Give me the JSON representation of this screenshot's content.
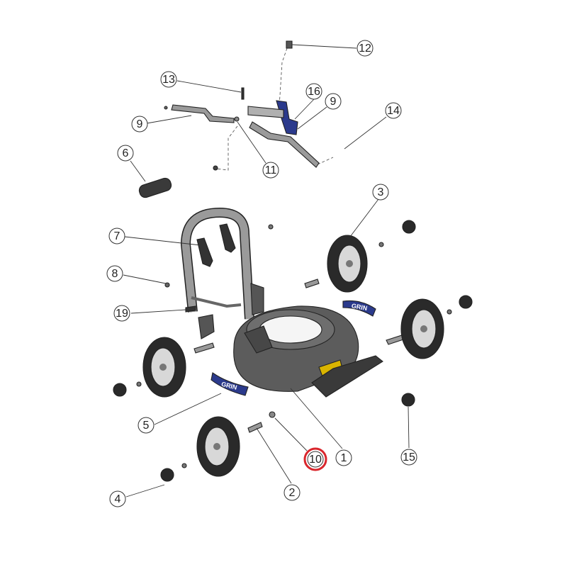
{
  "callouts": [
    {
      "label": "1"
    },
    {
      "label": "2"
    },
    {
      "label": "3"
    },
    {
      "label": "4"
    },
    {
      "label": "5"
    },
    {
      "label": "6"
    },
    {
      "label": "7"
    },
    {
      "label": "8"
    },
    {
      "label": "9"
    },
    {
      "label": "9"
    },
    {
      "label": "10"
    },
    {
      "label": "11"
    },
    {
      "label": "12"
    },
    {
      "label": "13"
    },
    {
      "label": "14"
    },
    {
      "label": "15"
    },
    {
      "label": "16"
    },
    {
      "label": "19"
    }
  ],
  "decals": {
    "left_text": "GRIN",
    "right_text": "GRIN"
  },
  "highlight": {
    "label": "10",
    "color": "#d9262c"
  },
  "colors": {
    "deck": "#5c5c5c",
    "wheel_tire": "#2a2a2a",
    "wheel_hub": "#d8d8d8",
    "handle": "#8a8a8a",
    "accent_blue": "#2b3a8c"
  }
}
